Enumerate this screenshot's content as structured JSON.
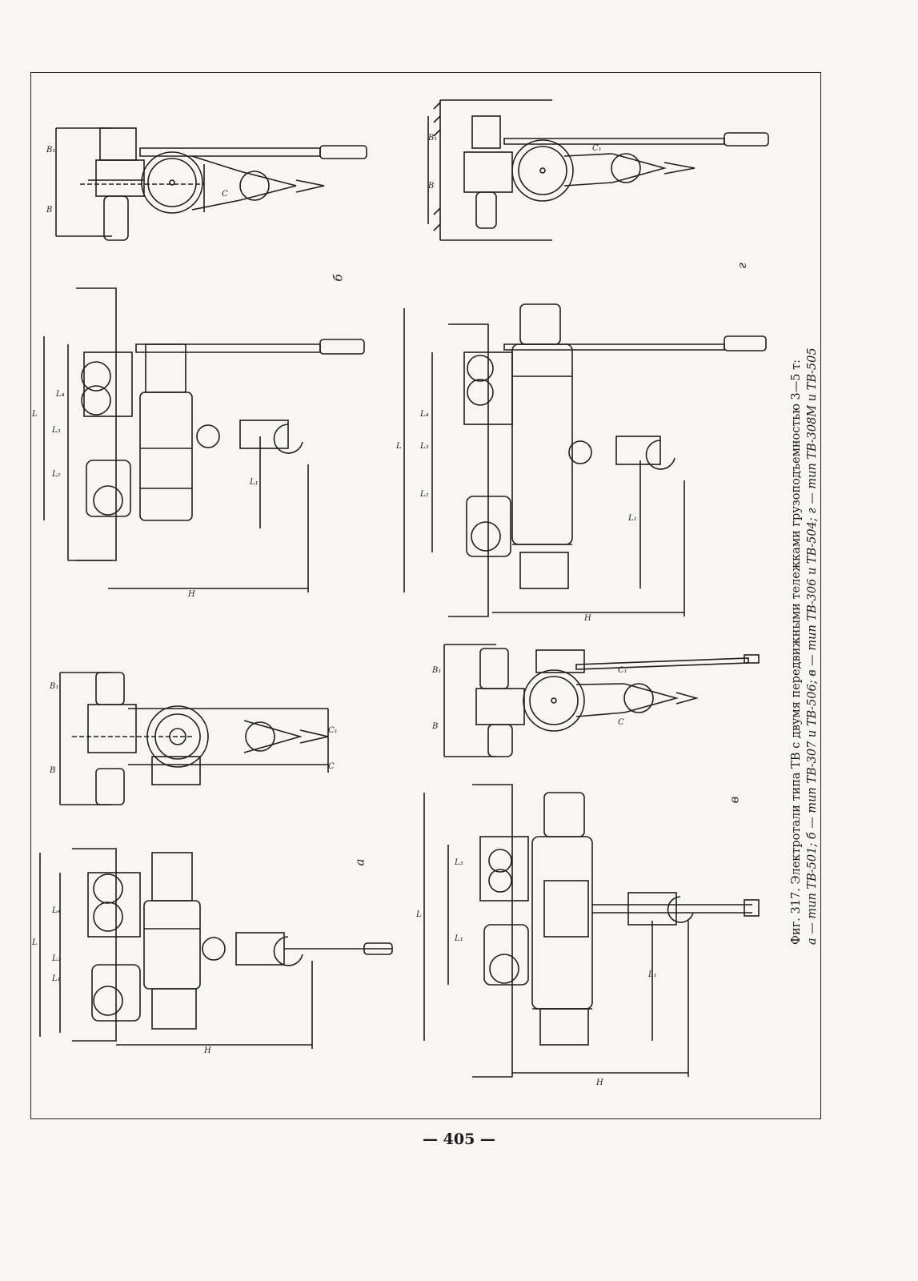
{
  "caption": {
    "line1": "Фиг. 317. Электротали типа ТВ с двумя передвижными тележками грузоподъемностью  3—5 т:",
    "line2": "а — тип ТВ-501; б — тип ТВ-307  и  ТВ-506;  в — тип  ТВ-306  и  ТВ-504;  г — тип ТВ-308М и ТВ-505"
  },
  "subfigure_labels": [
    "а",
    "б",
    "в",
    "г"
  ],
  "page_number": "— 405 —"
}
